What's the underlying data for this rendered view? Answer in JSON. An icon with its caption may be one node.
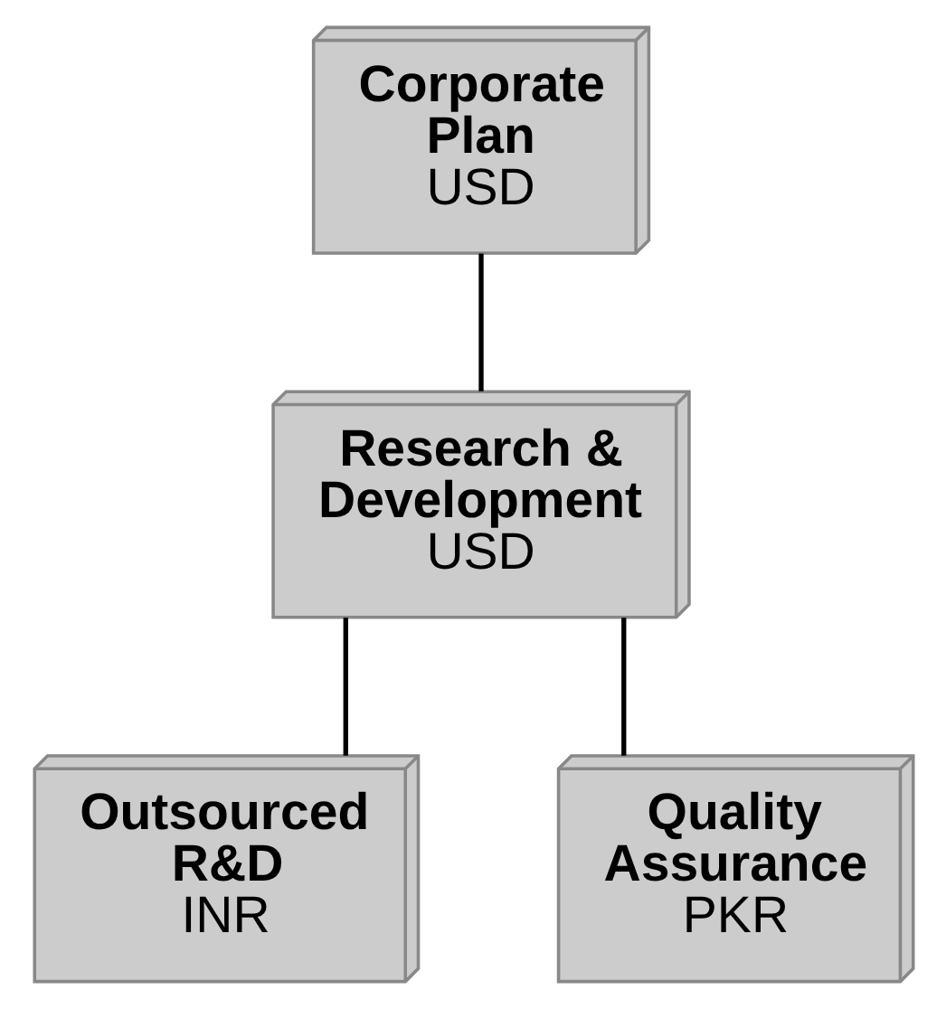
{
  "diagram": {
    "nodes": [
      {
        "text": [
          "Corporate Plan",
          "USD"
        ]
      },
      {
        "text": [
          "Research & Development",
          "USD"
        ]
      },
      {
        "text": [
          "Outsourced R&D",
          "INR"
        ]
      },
      {
        "text": [
          "Quality Assurance",
          "PKR"
        ]
      }
    ],
    "edges": [
      {
        "from": 0,
        "to": 1,
        "arrow": "none"
      },
      {
        "from": 1,
        "to": 2,
        "arrow": "none"
      },
      {
        "from": 1,
        "to": 3,
        "arrow": "none"
      }
    ]
  }
}
